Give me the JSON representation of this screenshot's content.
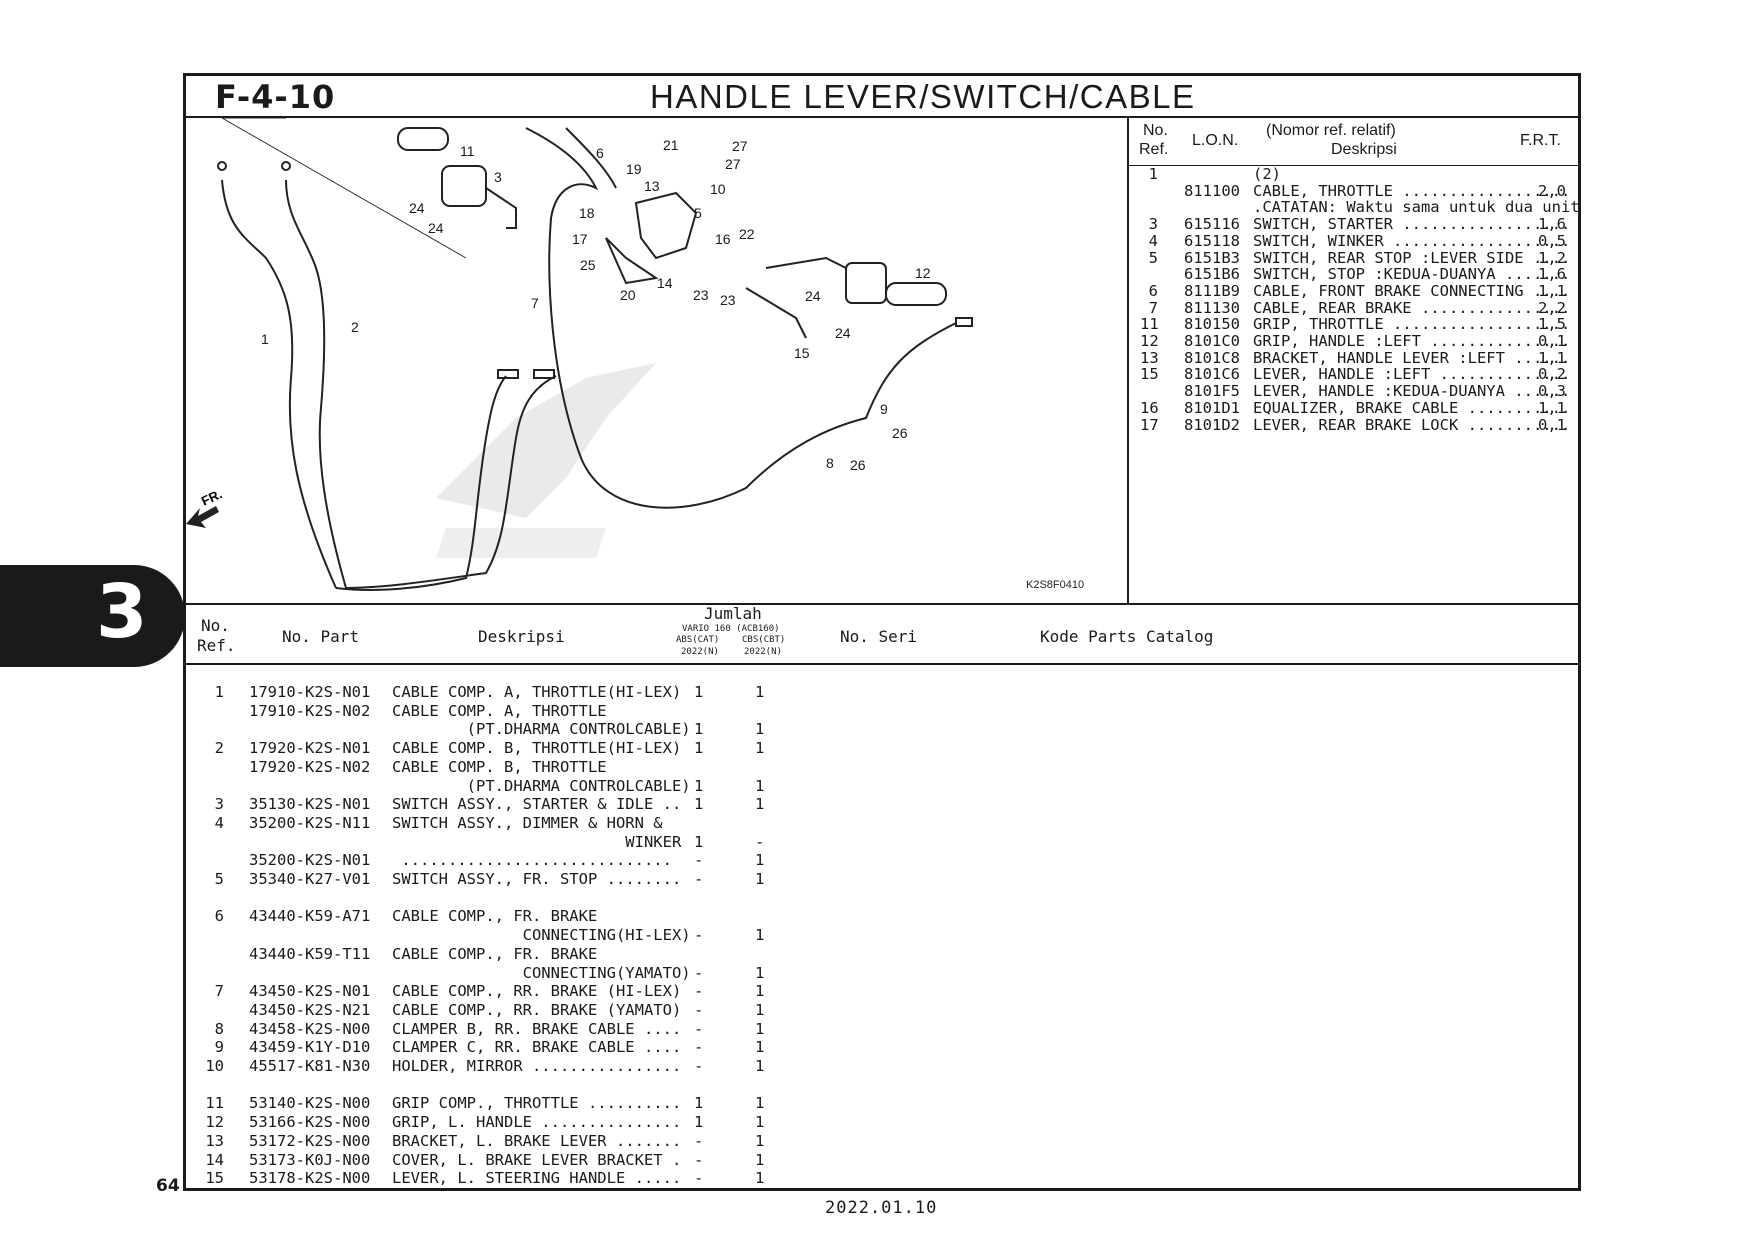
{
  "figure": {
    "number": "F-4-10",
    "title": "HANDLE LEVER/SWITCH/CABLE",
    "code": "K2S8F0410",
    "fr_label": "FR."
  },
  "section_tab": "3",
  "page_number": "64",
  "date": "2022.01.10",
  "lon_header": {
    "no": "No.",
    "ref": "Ref.",
    "lon": "L.O.N.",
    "desc_top": "(Nomor ref. relatif)",
    "desc_bottom": "Deskripsi",
    "frt": "F.R.T."
  },
  "lon_rows": [
    {
      "ref": "1",
      "lon": "",
      "desc": "(2)",
      "frt": ""
    },
    {
      "ref": "",
      "lon": "811100",
      "desc": "CABLE, THROTTLE ..................",
      "frt": "2,0"
    },
    {
      "ref": "",
      "lon": "",
      "desc": ".CATATAN: Waktu sama untuk dua unit",
      "frt": ""
    },
    {
      "ref": "3",
      "lon": "615116",
      "desc": "SWITCH, STARTER ..................",
      "frt": "1,6"
    },
    {
      "ref": "4",
      "lon": "615118",
      "desc": "SWITCH, WINKER ...................",
      "frt": "0,5"
    },
    {
      "ref": "5",
      "lon": "6151B3",
      "desc": "SWITCH, REAR STOP :LEVER SIDE ....",
      "frt": "1,2"
    },
    {
      "ref": "",
      "lon": "6151B6",
      "desc": "SWITCH, STOP :KEDUA-DUANYA .......",
      "frt": "1,6"
    },
    {
      "ref": "6",
      "lon": "8111B9",
      "desc": "CABLE, FRONT BRAKE CONNECTING ....",
      "frt": "1,1"
    },
    {
      "ref": "7",
      "lon": "811130",
      "desc": "CABLE, REAR BRAKE ................",
      "frt": "2,2"
    },
    {
      "ref": "11",
      "lon": "810150",
      "desc": "GRIP, THROTTLE ...................",
      "frt": "1,5"
    },
    {
      "ref": "12",
      "lon": "8101C0",
      "desc": "GRIP, HANDLE :LEFT ...............",
      "frt": "0,1"
    },
    {
      "ref": "13",
      "lon": "8101C8",
      "desc": "BRACKET, HANDLE LEVER :LEFT ......",
      "frt": "1,1"
    },
    {
      "ref": "15",
      "lon": "8101C6",
      "desc": "LEVER, HANDLE :LEFT ..............",
      "frt": "0,2"
    },
    {
      "ref": "",
      "lon": "8101F5",
      "desc": "LEVER, HANDLE :KEDUA-DUANYA ......",
      "frt": "0,3"
    },
    {
      "ref": "16",
      "lon": "8101D1",
      "desc": "EQUALIZER, BRAKE CABLE ...........",
      "frt": "1,1"
    },
    {
      "ref": "17",
      "lon": "8101D2",
      "desc": "LEVER, REAR BRAKE LOCK ...........",
      "frt": "0,1"
    }
  ],
  "table_header": {
    "no": "No.",
    "ref": "Ref.",
    "part": "No. Part",
    "desc": "Deskripsi",
    "jumlah": "Jumlah",
    "model": "VARIO 160 (ACB160)",
    "col1_type": "ABS(CAT)",
    "col1_year": "2022(N)",
    "col2_type": "CBS(CBT)",
    "col2_year": "2022(N)",
    "serial": "No. Seri",
    "catalog": "Kode Parts Catalog"
  },
  "parts": [
    {
      "ref": "1",
      "part": "17910-K2S-N01",
      "desc": "CABLE COMP. A, THROTTLE(HI-LEX)",
      "q1": "1",
      "q2": "1"
    },
    {
      "ref": "",
      "part": "17910-K2S-N02",
      "desc": "CABLE COMP. A, THROTTLE",
      "q1": "",
      "q2": ""
    },
    {
      "ref": "",
      "part": "",
      "desc": "        (PT.DHARMA CONTROLCABLE)",
      "q1": "1",
      "q2": "1"
    },
    {
      "ref": "2",
      "part": "17920-K2S-N01",
      "desc": "CABLE COMP. B, THROTTLE(HI-LEX)",
      "q1": "1",
      "q2": "1"
    },
    {
      "ref": "",
      "part": "17920-K2S-N02",
      "desc": "CABLE COMP. B, THROTTLE",
      "q1": "",
      "q2": ""
    },
    {
      "ref": "",
      "part": "",
      "desc": "        (PT.DHARMA CONTROLCABLE)",
      "q1": "1",
      "q2": "1"
    },
    {
      "ref": "3",
      "part": "35130-K2S-N01",
      "desc": "SWITCH ASSY., STARTER & IDLE ..",
      "q1": "1",
      "q2": "1"
    },
    {
      "ref": "4",
      "part": "35200-K2S-N11",
      "desc": "SWITCH ASSY., DIMMER & HORN &",
      "q1": "",
      "q2": ""
    },
    {
      "ref": "",
      "part": "",
      "desc": "                         WINKER",
      "q1": "1",
      "q2": "-"
    },
    {
      "ref": "",
      "part": "35200-K2S-N01",
      "desc": " .............................",
      "q1": "-",
      "q2": "1"
    },
    {
      "ref": "5",
      "part": "35340-K27-V01",
      "desc": "SWITCH ASSY., FR. STOP ........",
      "q1": "-",
      "q2": "1"
    },
    {
      "ref": "",
      "part": "",
      "desc": "",
      "q1": "",
      "q2": ""
    },
    {
      "ref": "6",
      "part": "43440-K59-A71",
      "desc": "CABLE COMP., FR. BRAKE",
      "q1": "",
      "q2": ""
    },
    {
      "ref": "",
      "part": "",
      "desc": "              CONNECTING(HI-LEX)",
      "q1": "-",
      "q2": "1"
    },
    {
      "ref": "",
      "part": "43440-K59-T11",
      "desc": "CABLE COMP., FR. BRAKE",
      "q1": "",
      "q2": ""
    },
    {
      "ref": "",
      "part": "",
      "desc": "              CONNECTING(YAMATO)",
      "q1": "-",
      "q2": "1"
    },
    {
      "ref": "7",
      "part": "43450-K2S-N01",
      "desc": "CABLE COMP., RR. BRAKE (HI-LEX)",
      "q1": "-",
      "q2": "1"
    },
    {
      "ref": "",
      "part": "43450-K2S-N21",
      "desc": "CABLE COMP., RR. BRAKE (YAMATO)",
      "q1": "-",
      "q2": "1"
    },
    {
      "ref": "8",
      "part": "43458-K2S-N00",
      "desc": "CLAMPER B, RR. BRAKE CABLE ....",
      "q1": "-",
      "q2": "1"
    },
    {
      "ref": "9",
      "part": "43459-K1Y-D10",
      "desc": "CLAMPER C, RR. BRAKE CABLE ....",
      "q1": "-",
      "q2": "1"
    },
    {
      "ref": "10",
      "part": "45517-K81-N30",
      "desc": "HOLDER, MIRROR ................",
      "q1": "-",
      "q2": "1"
    },
    {
      "ref": "",
      "part": "",
      "desc": "",
      "q1": "",
      "q2": ""
    },
    {
      "ref": "11",
      "part": "53140-K2S-N00",
      "desc": "GRIP COMP., THROTTLE ..........",
      "q1": "1",
      "q2": "1"
    },
    {
      "ref": "12",
      "part": "53166-K2S-N00",
      "desc": "GRIP, L. HANDLE ...............",
      "q1": "1",
      "q2": "1"
    },
    {
      "ref": "13",
      "part": "53172-K2S-N00",
      "desc": "BRACKET, L. BRAKE LEVER .......",
      "q1": "-",
      "q2": "1"
    },
    {
      "ref": "14",
      "part": "53173-K0J-N00",
      "desc": "COVER, L. BRAKE LEVER BRACKET .",
      "q1": "-",
      "q2": "1"
    },
    {
      "ref": "15",
      "part": "53178-K2S-N00",
      "desc": "LEVER, L. STEERING HANDLE .....",
      "q1": "-",
      "q2": "1"
    }
  ],
  "callouts": [
    "1",
    "2",
    "3",
    "5",
    "6",
    "7",
    "8",
    "9",
    "10",
    "11",
    "12",
    "13",
    "14",
    "15",
    "16",
    "17",
    "19",
    "20",
    "21",
    "22",
    "23",
    "23",
    "24",
    "24",
    "24",
    "24",
    "25",
    "26",
    "26",
    "27",
    "27",
    "18"
  ]
}
